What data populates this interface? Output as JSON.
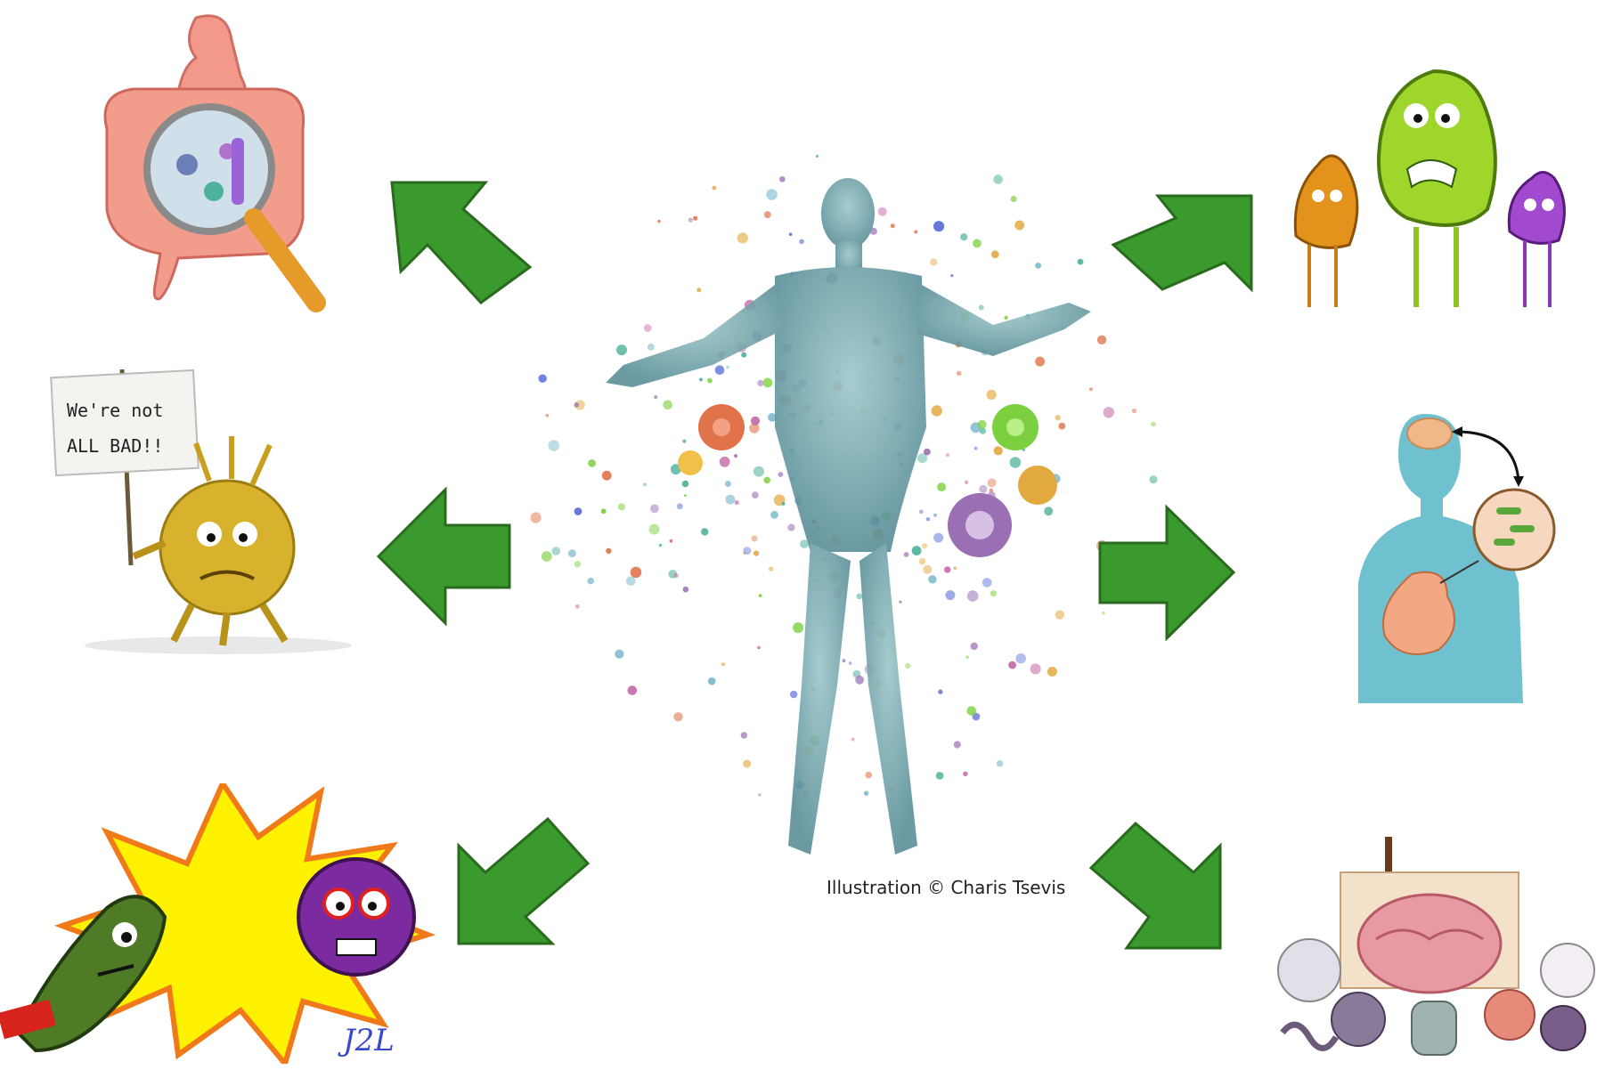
{
  "center": {
    "subject": "human body made of microbes",
    "credit": "Illustration © Charis Tsevis"
  },
  "panels": {
    "top_left": {
      "subject": "digestive tract under magnifying glass"
    },
    "middle_left": {
      "subject": "yellow germ holding protest sign",
      "sign_line1": "We're not",
      "sign_line2": "ALL BAD!!"
    },
    "bottom_left": {
      "subject": "cartoon bacteria fighting a virus",
      "signature": "J2L"
    },
    "top_right": {
      "subject": "three angry germ characters"
    },
    "middle_right": {
      "subject": "gut-brain axis body diagram"
    },
    "bottom_right": {
      "subject": "microbes gathered around a brain painting"
    }
  },
  "arrows": {
    "color": "#3a9a2e",
    "outline": "#2a6a1e",
    "directions": [
      "up-left",
      "left",
      "down-left",
      "up-right",
      "right",
      "down-right"
    ]
  }
}
